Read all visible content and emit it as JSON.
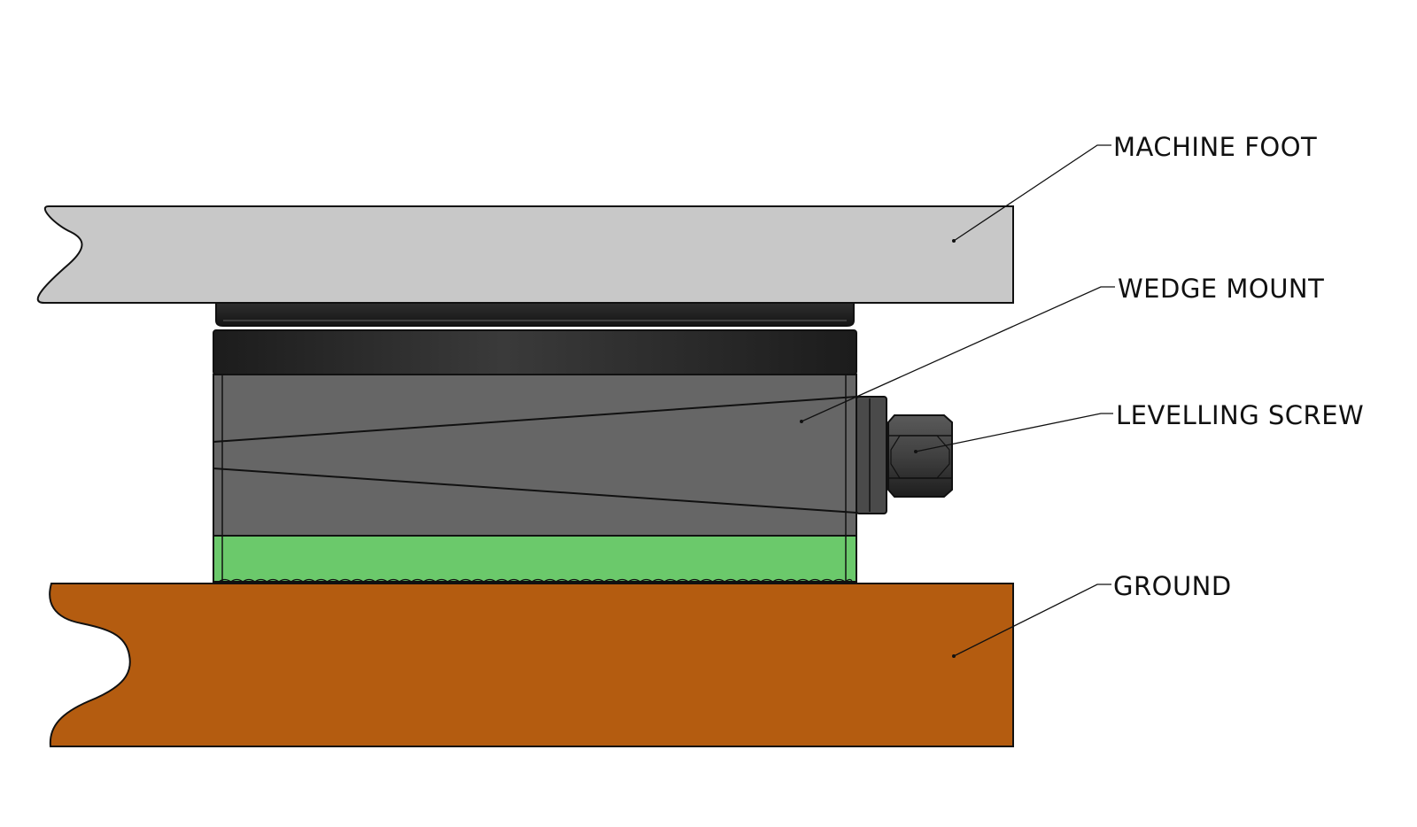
{
  "labels": {
    "machine_foot": "MACHINE FOOT",
    "wedge_mount": "WEDGE MOUNT",
    "levelling_screw": "LEVELLING SCREW",
    "ground": "GROUND"
  },
  "colors": {
    "background": "#ffffff",
    "machine_foot": "#c8c8c8",
    "mount_cap": "#2a2a2a",
    "wedge_body": "#666666",
    "elastomer_pad": "#6bc96b",
    "ground": "#b45c10",
    "screw": "#3a3a3a",
    "line": "#111111"
  }
}
